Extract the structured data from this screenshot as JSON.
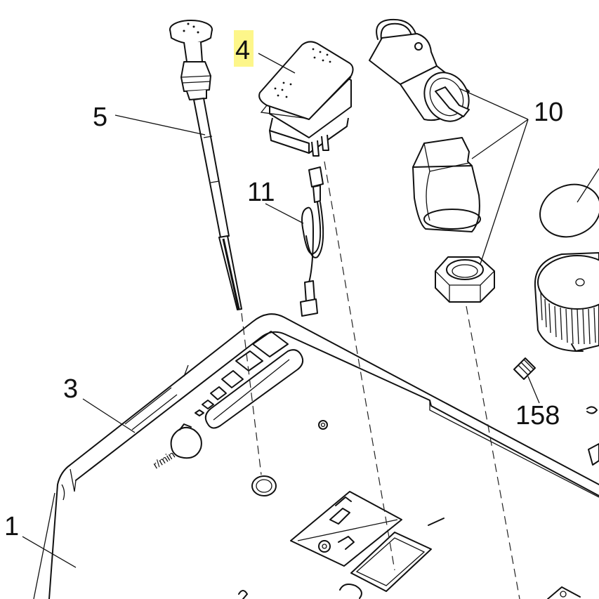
{
  "callouts": [
    {
      "id": "1",
      "label": "1"
    },
    {
      "id": "3",
      "label": "3"
    },
    {
      "id": "4",
      "label": "4",
      "highlighted": true
    },
    {
      "id": "5",
      "label": "5"
    },
    {
      "id": "10",
      "label": "10"
    },
    {
      "id": "11",
      "label": "11"
    },
    {
      "id": "158",
      "label": "158"
    }
  ],
  "panel_text": {
    "rpm_symbol": "r/min"
  },
  "colors": {
    "highlight": "#fdf68a",
    "line": "#111111",
    "background": "#ffffff"
  }
}
